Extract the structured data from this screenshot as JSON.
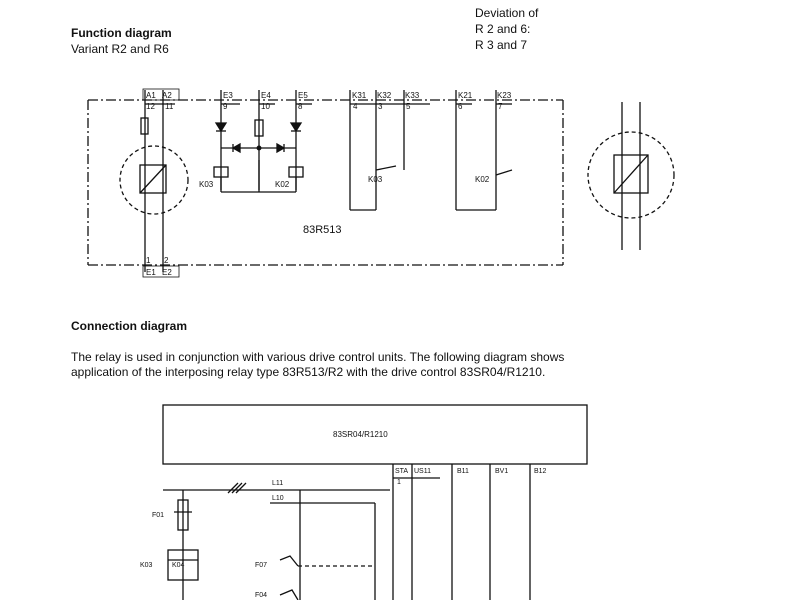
{
  "function_diagram": {
    "title": "Function diagram",
    "subtitle": "Variant R2 and R6",
    "deviation": [
      "Deviation of",
      "R 2 and 6:",
      "R 3 and 7"
    ],
    "top_terminals": [
      "A1",
      "A2",
      "E3",
      "E4",
      "E5",
      "K31",
      "K32",
      "K33",
      "K21",
      "K23"
    ],
    "top_numbers": [
      "12",
      "11",
      "9",
      "10",
      "8",
      "4",
      "3",
      "5",
      "6",
      "7"
    ],
    "bottom_terminals": [
      "E1",
      "E2"
    ],
    "bottom_numbers": [
      "1",
      "2"
    ],
    "contacts": [
      "K03",
      "K02",
      "K03",
      "K02"
    ],
    "relay_label": "83R513"
  },
  "connection_diagram": {
    "title": "Connection diagram",
    "paragraph": [
      "The relay is used in conjunction with various drive control units. The following diagram shows",
      "application of the interposing relay type 83R513/R2 with the drive control 83SR04/R1210."
    ],
    "drive_label": "83SR04/R1210",
    "terminals": [
      "STA",
      "US11",
      "B11",
      "BV1",
      "B12"
    ],
    "sta_number": "1",
    "lines": [
      "L11",
      "L10"
    ],
    "components": [
      "F01",
      "K03",
      "K04",
      "F07",
      "F04"
    ]
  }
}
